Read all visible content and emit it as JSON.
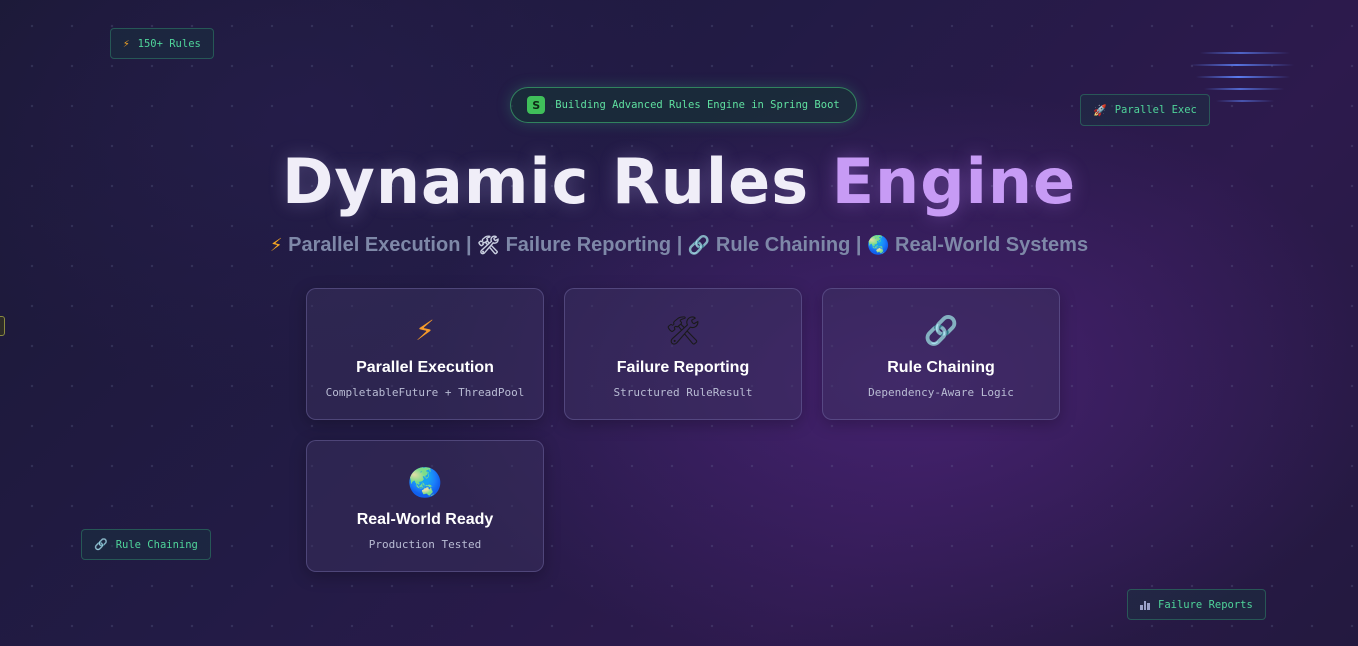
{
  "colors": {
    "accent_green": "#4fd49a",
    "title_white": "#f0eef8",
    "title_purple": "#c79bf5",
    "subtitle_gray": "#7e88a8",
    "speed_lines_blue": "#5b7cf0"
  },
  "floating_tags": {
    "rules": {
      "icon": "lightning-icon",
      "label": "150+ Rules"
    },
    "parallel": {
      "icon": "rocket-icon",
      "label": "Parallel Exec"
    },
    "chaining": {
      "icon": "link-icon",
      "label": "Rule Chaining"
    },
    "failure": {
      "icon": "bar-chart-icon",
      "label": "Failure Reports"
    }
  },
  "badge": {
    "logo_letter": "S",
    "text": "Building Advanced Rules Engine in Spring Boot"
  },
  "title": {
    "part1": "Dynamic Rules",
    "part2": "Engine"
  },
  "subtitle": {
    "items": [
      {
        "icon": "lightning-icon",
        "label": "Parallel Execution"
      },
      {
        "icon": "tools-icon",
        "label": "Failure Reporting"
      },
      {
        "icon": "link-icon",
        "label": "Rule Chaining"
      },
      {
        "icon": "globe-icon",
        "label": "Real-World Systems"
      }
    ],
    "separator": "|"
  },
  "cards": [
    {
      "icon": "lightning-icon",
      "title": "Parallel Execution",
      "subtitle": "CompletableFuture + ThreadPool"
    },
    {
      "icon": "tools-icon",
      "title": "Failure Reporting",
      "subtitle": "Structured RuleResult"
    },
    {
      "icon": "link-icon",
      "title": "Rule Chaining",
      "subtitle": "Dependency-Aware Logic"
    },
    {
      "icon": "globe-icon",
      "title": "Real-World Ready",
      "subtitle": "Production Tested"
    }
  ]
}
